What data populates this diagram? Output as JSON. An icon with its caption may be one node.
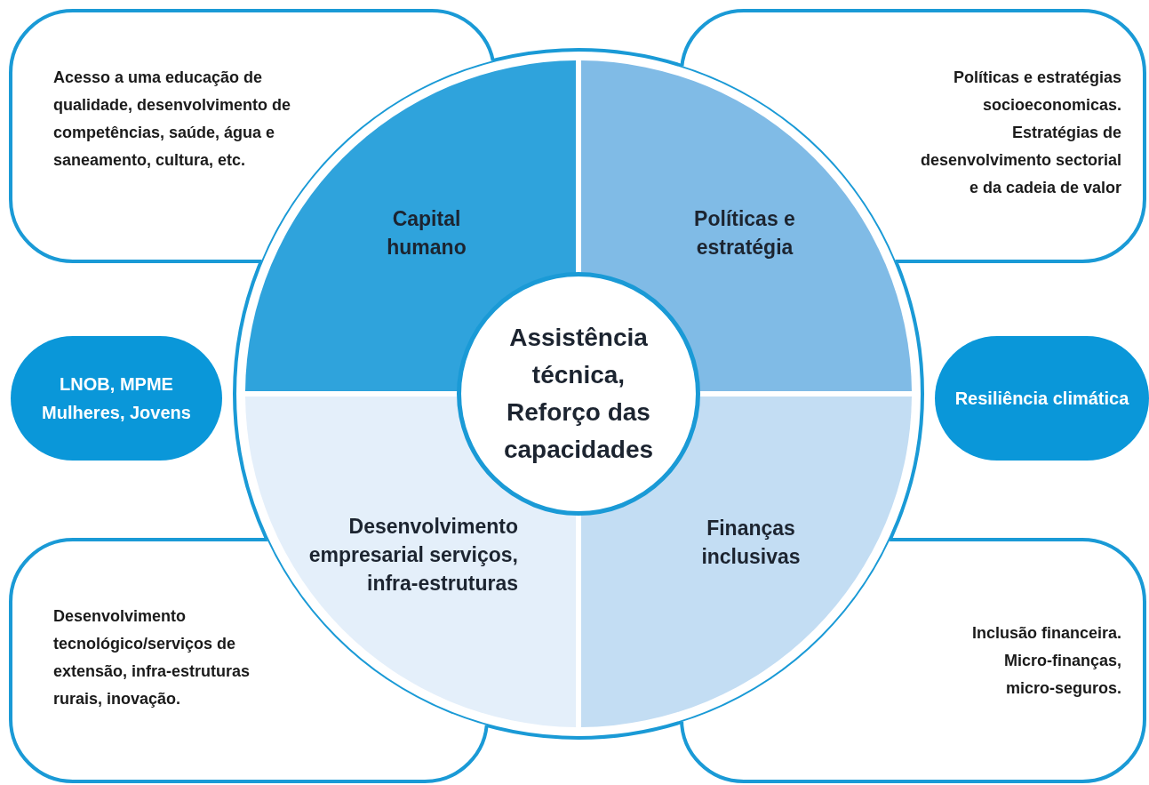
{
  "diagram": {
    "nodes": [
      {
        "text": [
          "Acesso a uma educação de qualidade, desenvolvimento de competências, saúde, água e saneamento, cultura, etc."
        ]
      },
      {
        "text": [
          "Políticas e estratégias socioeconomicas. Estratégias de desenvolvimento sectorial e da cadeia de valor"
        ]
      },
      {
        "text": [
          "Capital humano"
        ]
      },
      {
        "text": [
          "Políticas e estratégia"
        ]
      },
      {
        "text": [
          "Assistência técnica, Reforço das capacidades"
        ]
      },
      {
        "text": [
          "LNOB, MPME Mulheres, Jovens"
        ]
      },
      {
        "text": [
          "Resiliência climática"
        ]
      },
      {
        "text": [
          "Desenvolvimento empresarial serviços, infra-estruturas"
        ]
      },
      {
        "text": [
          "Finanças inclusivas"
        ]
      },
      {
        "text": [
          "Desenvolvimento tecnológico/serviços de extensão, infra-estruturas rurais, inovação."
        ]
      },
      {
        "text": [
          "Inclusão financeira. Micro-finanças, micro-seguros."
        ]
      }
    ],
    "edges": []
  }
}
